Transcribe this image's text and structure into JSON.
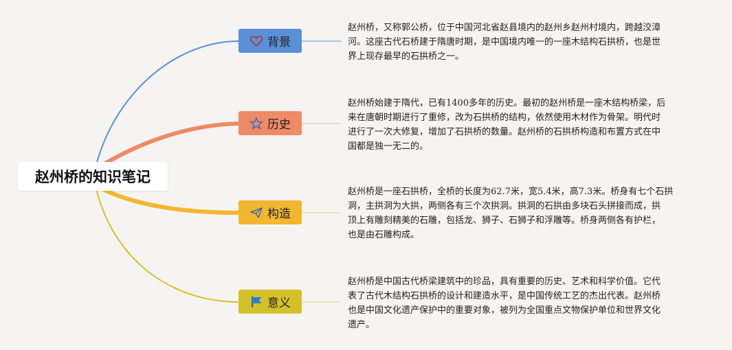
{
  "root": {
    "title": "赵州桥的知识笔记"
  },
  "branches": [
    {
      "label": "背景",
      "icon": "heart-icon",
      "color": "#5b8fd8",
      "note": "赵州桥，又称郭公桥，位于中国河北省赵县境内的赵州乡赵州村境内，跨越洨漳\n河。这座古代石桥建于隋唐时期，是中国境内唯一的一座木结构石拱桥，也是世\n界上现存最早的石拱桥之一。"
    },
    {
      "label": "历史",
      "icon": "star-icon",
      "color": "#ef8a66",
      "note": "赵州桥始建于隋代，已有1400多年的历史。最初的赵州桥是一座木结构桥梁，后\n来在唐朝时期进行了重修，改为石拱桥的结构，依然使用木材作为骨架。明代时\n进行了一次大修复，增加了石拱桥的数量。赵州桥的石拱桥构造和布置方式在中\n国都是独一无二的。"
    },
    {
      "label": "构造",
      "icon": "paper-plane-icon",
      "color": "#f2b630",
      "note": "赵州桥是一座石拱桥，全桥的长度为62.7米，宽5.4米，高7.3米。桥身有七个石拱\n洞，主拱洞为大拱，两侧各有三个次拱洞。拱洞的石拱由多块石头拼接而成，拱\n顶上有雕刻精美的石雕，包括龙、狮子、石狮子和浮雕等。桥身两侧各有护栏，\n也是由石雕构成。"
    },
    {
      "label": "意义",
      "icon": "flag-icon",
      "color": "#d4c12a",
      "note": "赵州桥是中国古代桥梁建筑中的珍品，具有重要的历史、艺术和科学价值。它代\n表了古代木结构石拱桥的设计和建造水平，是中国传统工艺的杰出代表。赵州桥\n也是中国文化遗产保护中的重要对象，被列为全国重点文物保护单位和世界文化\n遗产。"
    }
  ]
}
